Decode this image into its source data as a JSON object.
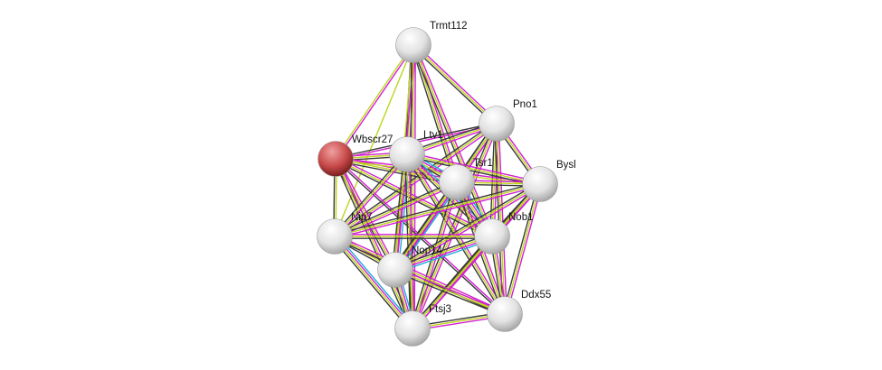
{
  "evidence_colors": {
    "experiments": "#d21ed2",
    "textmining": "#bfd41e",
    "coexpression": "#3a3a3a",
    "databases": "#1eaed8"
  },
  "nodes": [
    {
      "id": "Trmt112",
      "label": "Trmt112",
      "color": "#e8e8e8"
    },
    {
      "id": "Pno1",
      "label": "Pno1",
      "color": "#e8e8e8"
    },
    {
      "id": "Wbscr27",
      "label": "Wbscr27",
      "color": "#c83c3c"
    },
    {
      "id": "Ltv1",
      "label": "Ltv1",
      "color": "#e8e8e8"
    },
    {
      "id": "Tsr1",
      "label": "Tsr1",
      "color": "#e8e8e8"
    },
    {
      "id": "Bysl",
      "label": "Bysl",
      "color": "#e8e8e8"
    },
    {
      "id": "Nip7",
      "label": "Nip7",
      "color": "#e8e8e8"
    },
    {
      "id": "Nob1",
      "label": "Nob1",
      "color": "#e8e8e8"
    },
    {
      "id": "Nop14",
      "label": "Nop14",
      "color": "#e8e8e8"
    },
    {
      "id": "Ddx55",
      "label": "Ddx55",
      "color": "#e8e8e8"
    },
    {
      "id": "Ftsj3",
      "label": "Ftsj3",
      "color": "#e8e8e8"
    }
  ],
  "edges": [
    [
      "Trmt112",
      "Pno1",
      [
        "experiments",
        "textmining",
        "coexpression"
      ]
    ],
    [
      "Trmt112",
      "Wbscr27",
      [
        "experiments",
        "textmining"
      ]
    ],
    [
      "Trmt112",
      "Ltv1",
      [
        "experiments",
        "textmining",
        "coexpression"
      ]
    ],
    [
      "Trmt112",
      "Tsr1",
      [
        "experiments",
        "textmining",
        "coexpression"
      ]
    ],
    [
      "Trmt112",
      "Nip7",
      [
        "textmining"
      ]
    ],
    [
      "Trmt112",
      "Nob1",
      [
        "experiments",
        "textmining",
        "coexpression"
      ]
    ],
    [
      "Trmt112",
      "Nop14",
      [
        "experiments",
        "textmining"
      ]
    ],
    [
      "Trmt112",
      "Ftsj3",
      [
        "experiments",
        "textmining",
        "coexpression"
      ]
    ],
    [
      "Pno1",
      "Wbscr27",
      [
        "experiments",
        "coexpression"
      ]
    ],
    [
      "Pno1",
      "Ltv1",
      [
        "experiments",
        "textmining",
        "coexpression"
      ]
    ],
    [
      "Pno1",
      "Tsr1",
      [
        "experiments",
        "textmining",
        "coexpression"
      ]
    ],
    [
      "Pno1",
      "Bysl",
      [
        "experiments",
        "textmining",
        "coexpression"
      ]
    ],
    [
      "Pno1",
      "Nip7",
      [
        "experiments",
        "textmining",
        "coexpression"
      ]
    ],
    [
      "Pno1",
      "Nob1",
      [
        "experiments",
        "textmining",
        "coexpression"
      ]
    ],
    [
      "Pno1",
      "Nop14",
      [
        "experiments",
        "textmining",
        "coexpression"
      ]
    ],
    [
      "Pno1",
      "Ddx55",
      [
        "experiments",
        "textmining",
        "coexpression"
      ]
    ],
    [
      "Pno1",
      "Ftsj3",
      [
        "experiments",
        "textmining",
        "coexpression"
      ]
    ],
    [
      "Wbscr27",
      "Ltv1",
      [
        "experiments",
        "textmining",
        "coexpression"
      ]
    ],
    [
      "Wbscr27",
      "Tsr1",
      [
        "experiments",
        "textmining",
        "coexpression"
      ]
    ],
    [
      "Wbscr27",
      "Bysl",
      [
        "experiments",
        "textmining"
      ]
    ],
    [
      "Wbscr27",
      "Nip7",
      [
        "textmining",
        "coexpression"
      ]
    ],
    [
      "Wbscr27",
      "Nob1",
      [
        "experiments",
        "textmining",
        "coexpression"
      ]
    ],
    [
      "Wbscr27",
      "Nop14",
      [
        "experiments",
        "textmining",
        "coexpression"
      ]
    ],
    [
      "Wbscr27",
      "Ddx55",
      [
        "experiments",
        "coexpression"
      ]
    ],
    [
      "Wbscr27",
      "Ftsj3",
      [
        "experiments",
        "textmining",
        "coexpression"
      ]
    ],
    [
      "Ltv1",
      "Tsr1",
      [
        "experiments",
        "textmining",
        "coexpression",
        "databases"
      ]
    ],
    [
      "Ltv1",
      "Bysl",
      [
        "experiments",
        "textmining",
        "coexpression"
      ]
    ],
    [
      "Ltv1",
      "Nip7",
      [
        "experiments",
        "textmining",
        "coexpression"
      ]
    ],
    [
      "Ltv1",
      "Nob1",
      [
        "experiments",
        "textmining",
        "coexpression",
        "databases"
      ]
    ],
    [
      "Ltv1",
      "Nop14",
      [
        "experiments",
        "textmining",
        "coexpression",
        "databases"
      ]
    ],
    [
      "Ltv1",
      "Ddx55",
      [
        "experiments",
        "textmining",
        "coexpression"
      ]
    ],
    [
      "Ltv1",
      "Ftsj3",
      [
        "experiments",
        "textmining",
        "coexpression"
      ]
    ],
    [
      "Tsr1",
      "Bysl",
      [
        "experiments",
        "textmining",
        "coexpression"
      ]
    ],
    [
      "Tsr1",
      "Nip7",
      [
        "experiments",
        "textmining",
        "coexpression"
      ]
    ],
    [
      "Tsr1",
      "Nob1",
      [
        "experiments",
        "textmining",
        "coexpression",
        "databases"
      ]
    ],
    [
      "Tsr1",
      "Nop14",
      [
        "experiments",
        "textmining",
        "coexpression",
        "databases"
      ]
    ],
    [
      "Tsr1",
      "Ddx55",
      [
        "experiments",
        "textmining",
        "coexpression"
      ]
    ],
    [
      "Tsr1",
      "Ftsj3",
      [
        "experiments",
        "textmining",
        "coexpression"
      ]
    ],
    [
      "Bysl",
      "Nip7",
      [
        "experiments",
        "textmining",
        "coexpression"
      ]
    ],
    [
      "Bysl",
      "Nob1",
      [
        "experiments",
        "textmining",
        "coexpression"
      ]
    ],
    [
      "Bysl",
      "Nop14",
      [
        "experiments",
        "textmining",
        "coexpression"
      ]
    ],
    [
      "Bysl",
      "Ddx55",
      [
        "experiments",
        "textmining",
        "coexpression"
      ]
    ],
    [
      "Bysl",
      "Ftsj3",
      [
        "experiments",
        "textmining",
        "coexpression"
      ]
    ],
    [
      "Nip7",
      "Nob1",
      [
        "experiments",
        "textmining",
        "coexpression"
      ]
    ],
    [
      "Nip7",
      "Nop14",
      [
        "experiments",
        "textmining",
        "coexpression"
      ]
    ],
    [
      "Nip7",
      "Ddx55",
      [
        "experiments",
        "textmining",
        "coexpression"
      ]
    ],
    [
      "Nip7",
      "Ftsj3",
      [
        "experiments",
        "textmining",
        "coexpression",
        "databases"
      ]
    ],
    [
      "Nob1",
      "Nop14",
      [
        "experiments",
        "textmining",
        "coexpression",
        "databases"
      ]
    ],
    [
      "Nob1",
      "Ddx55",
      [
        "experiments",
        "textmining",
        "coexpression"
      ]
    ],
    [
      "Nob1",
      "Ftsj3",
      [
        "experiments",
        "textmining",
        "coexpression"
      ]
    ],
    [
      "Nop14",
      "Ddx55",
      [
        "experiments",
        "textmining",
        "coexpression"
      ]
    ],
    [
      "Nop14",
      "Ftsj3",
      [
        "experiments",
        "textmining",
        "coexpression",
        "databases"
      ]
    ],
    [
      "Ddx55",
      "Ftsj3",
      [
        "experiments",
        "textmining",
        "coexpression"
      ]
    ]
  ]
}
